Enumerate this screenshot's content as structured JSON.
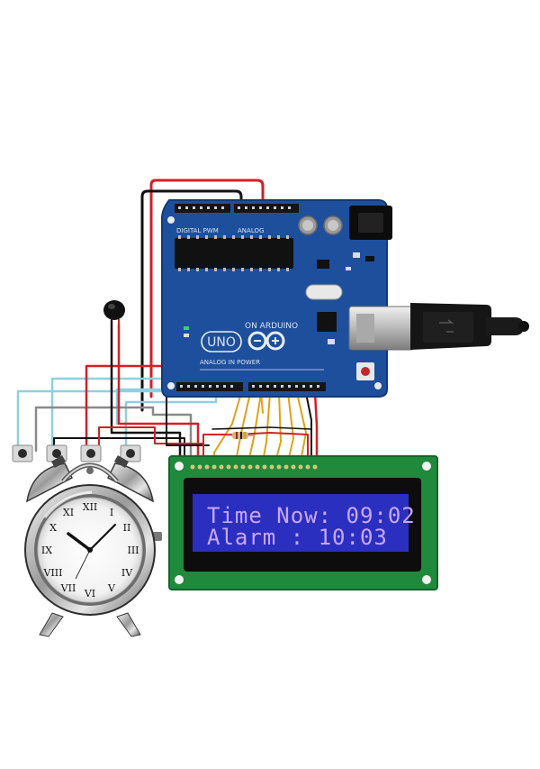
{
  "arduino": {
    "silk_left": "DIGITAL PWM",
    "silk_mid": "ANALOG",
    "brand_text": "ON ARDUINO",
    "model_text": "UNO",
    "power_text": "ANALOG IN POWER"
  },
  "lcd": {
    "line1": "Time Now: 09:02",
    "line2": "Alarm : 10:03",
    "text_color": "#c9a6ff",
    "screen_color": "#2b2fbf",
    "pcb_color": "#1f8a3c"
  },
  "board_color": "#1d4f9c",
  "wire_colors": [
    "#d32027",
    "#111111",
    "#e0a11b",
    "#8fd0e0",
    "#8a8a8a"
  ]
}
